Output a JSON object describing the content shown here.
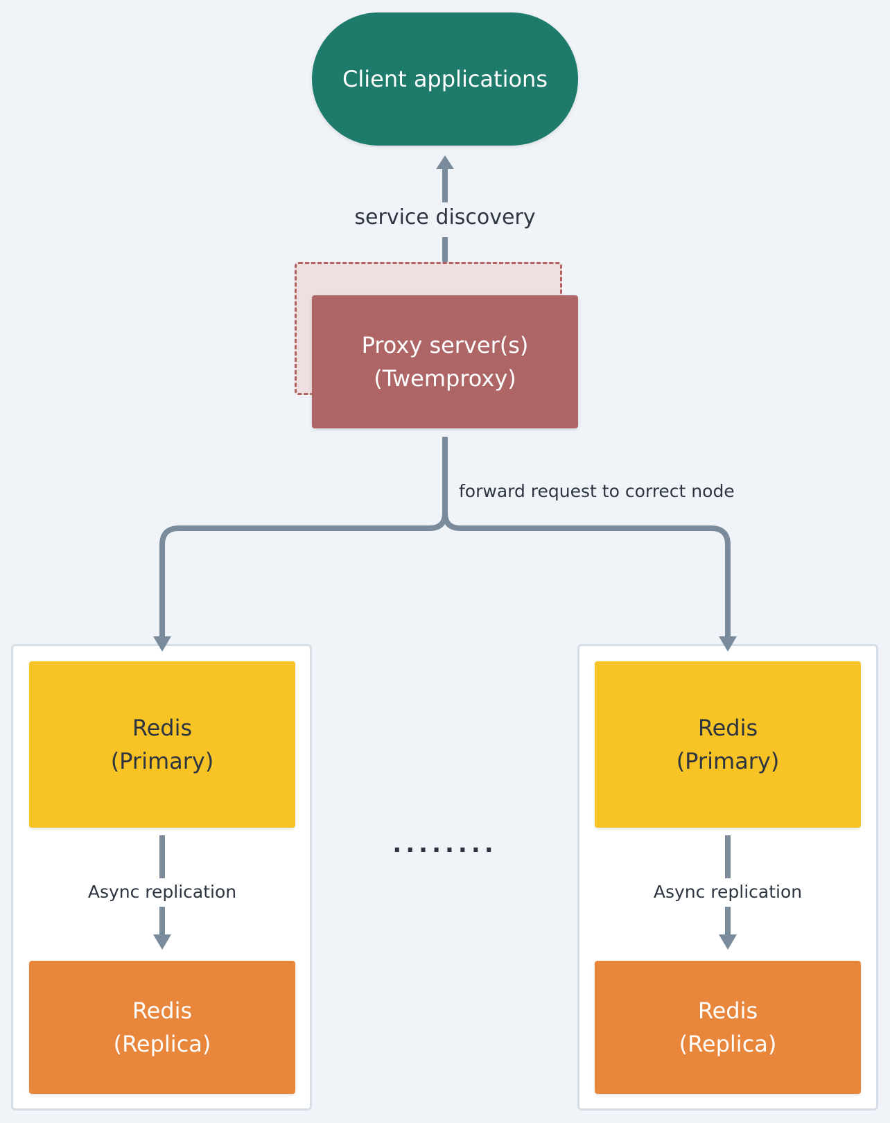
{
  "client": {
    "label": "Client applications"
  },
  "edges": {
    "service_discovery": "service discovery",
    "forward": "forward request to correct node"
  },
  "proxy": {
    "line1": "Proxy server(s)",
    "line2": "(Twemproxy)"
  },
  "clusters": [
    {
      "primary": {
        "line1": "Redis",
        "line2": "(Primary)"
      },
      "replication": "Async replication",
      "replica": {
        "line1": "Redis",
        "line2": "(Replica)"
      }
    },
    {
      "primary": {
        "line1": "Redis",
        "line2": "(Primary)"
      },
      "replication": "Async replication",
      "replica": {
        "line1": "Redis",
        "line2": "(Replica)"
      }
    }
  ],
  "ellipsis": "........",
  "colors": {
    "client": "#1e7b6b",
    "proxy": "#ad6565",
    "proxy_shadow": "#eedfe0",
    "primary": "#f7c325",
    "replica": "#e8863b",
    "connector": "#7a8b9c",
    "background": "#f0f4f8"
  }
}
